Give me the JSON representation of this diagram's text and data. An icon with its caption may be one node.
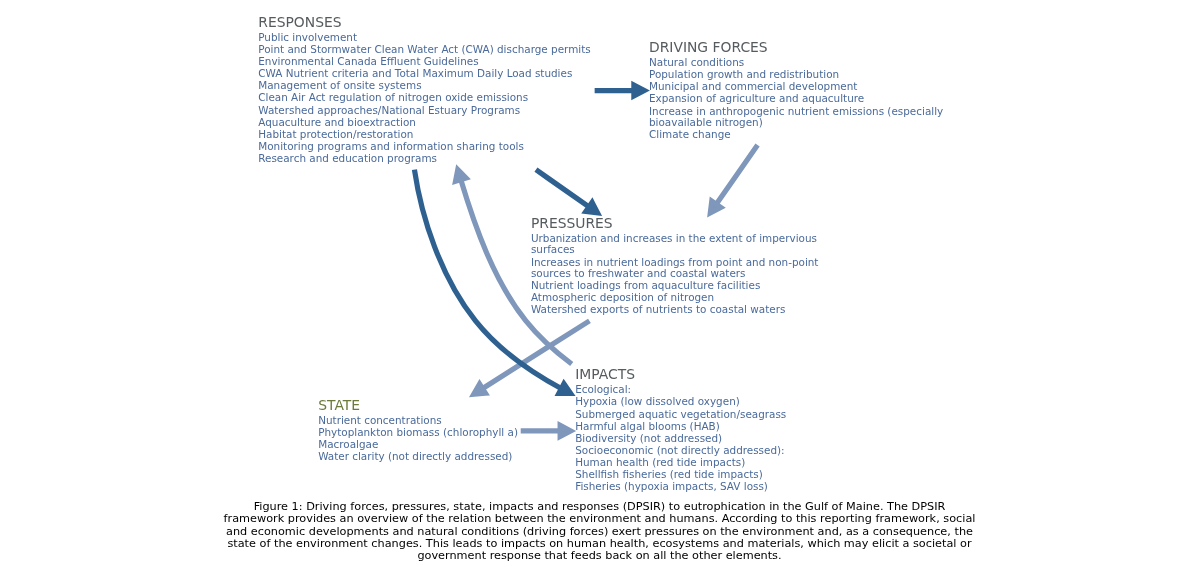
{
  "diagram": {
    "caption": "Figure 1: Driving forces, pressures, state, impacts and responses (DPSIR) to eutrophication in the Gulf of Maine. The DPSIR framework provides an overview of the relation between the environment and humans. According to this reporting framework, social and economic developments and natural conditions (driving forces) exert pressures on the environment and, as a consequence, the state of the environment changes. This leads to impacts on human health, ecosystems and materials, which may elicit a societal or government response that feeds back on all the other elements.",
    "nodes": [
      {
        "text": [
          "DRIVING FORCES",
          "Natural conditions",
          "Population growth and redistribution",
          "Municipal and commercial development",
          "Expansion of agriculture and aquaculture",
          "Increase in anthropogenic nutrient emissions (especially bioavailable nitrogen)",
          "Climate change"
        ]
      },
      {
        "text": [
          "PRESSURES",
          "Urbanization and increases in the extent of impervious surfaces",
          "Increases in nutrient loadings from point and non-point sources to freshwater and coastal waters",
          "Nutrient loadings from aquaculture facilities",
          "Atmospheric deposition of nitrogen",
          "Watershed exports of nutrients to coastal waters"
        ]
      },
      {
        "text": [
          "STATE",
          "Nutrient concentrations",
          "Phytoplankton biomass (chlorophyll a)",
          "Macroalgae",
          "Water clarity (not directly addressed)"
        ]
      },
      {
        "text": [
          "IMPACTS",
          "Ecological:",
          "Hypoxia (low dissolved oxygen)",
          "Submerged aquatic vegetation/seagrass",
          "Harmful algal blooms (HAB)",
          "Biodiversity (not addressed)",
          "Socioeconomic (not directly addressed):",
          "Human health (red tide impacts)",
          "Shellfish fisheries (red tide impacts)",
          "Fisheries (hypoxia impacts, SAV loss)"
        ]
      },
      {
        "text": [
          "RESPONSES",
          "Public involvement",
          "Point and Stormwater Clean Water Act (CWA) discharge permits",
          "Environmental Canada Effluent Guidelines",
          "CWA Nutrient criteria and Total Maximum Daily Load studies",
          "Management of onsite systems",
          "Clean Air Act regulation of nitrogen oxide emissions",
          "Watershed approaches/National Estuary Programs",
          "Aquaculture and bioextraction",
          "Habitat protection/restoration",
          "Monitoring programs and information sharing tools",
          "Research and education programs"
        ]
      }
    ],
    "edges": [
      {
        "from": 4,
        "to": 0,
        "arrow": "to",
        "color": "#2f6190"
      },
      {
        "from": 4,
        "to": 1,
        "arrow": "to",
        "color": "#2f6190"
      },
      {
        "from": 0,
        "to": 1,
        "arrow": "to"
      },
      {
        "from": 1,
        "to": 2,
        "arrow": "to"
      },
      {
        "from": 2,
        "to": 3,
        "arrow": "to"
      },
      {
        "from": 4,
        "to": 3,
        "arrow": "to",
        "color": "#2f6190"
      },
      {
        "from": 3,
        "to": 4,
        "arrow": "to"
      }
    ]
  }
}
